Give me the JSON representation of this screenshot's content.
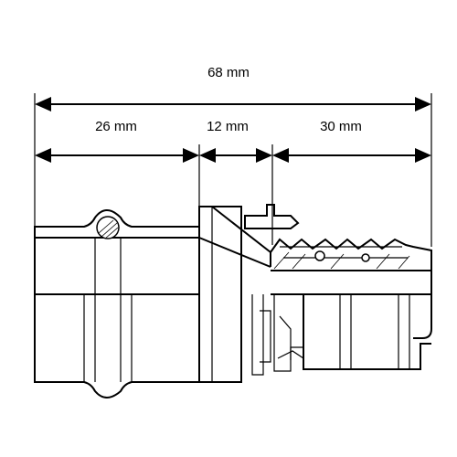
{
  "dimensions": {
    "overall": "68 mm",
    "segment_left": "26 mm",
    "segment_middle": "12 mm",
    "segment_right": "30 mm"
  },
  "colors": {
    "line": "#000000",
    "background": "#ffffff"
  }
}
